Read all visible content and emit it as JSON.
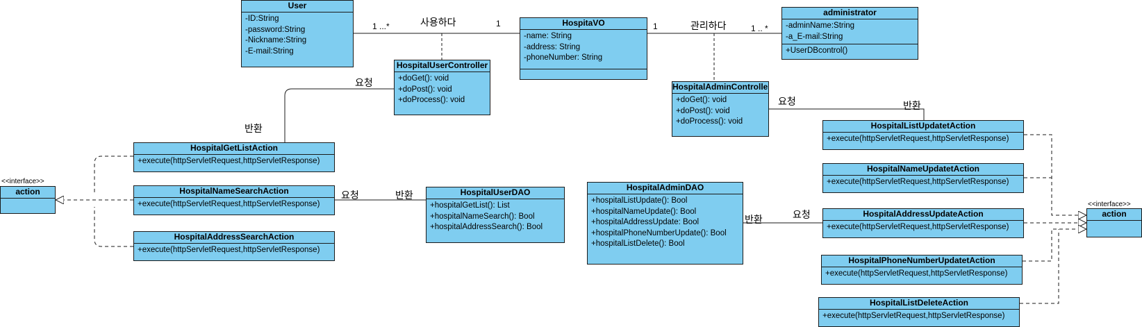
{
  "classes": {
    "user": {
      "name": "User",
      "attributes": [
        "-ID:String",
        "-password:String",
        "-Nickname:String",
        "-E-mail:String"
      ],
      "operations": []
    },
    "hospitavo": {
      "name": "HospitaVO",
      "attributes": [
        "-name: String",
        "-address: String",
        "-phoneNumber: String"
      ],
      "operations": []
    },
    "administrator": {
      "name": "administrator",
      "attributes": [
        "-adminName:String",
        "-a_E-mail:String"
      ],
      "operations": [
        "+UserDBcontrol()"
      ]
    },
    "hospitalUserController": {
      "name": "HospitalUserController",
      "operations": [
        "+doGet(): void",
        "+doPost(): void",
        "+doProcess(): void"
      ]
    },
    "hospitalAdminController": {
      "name": "HospitalAdminController",
      "operations": [
        "+doGet(): void",
        "+doPost(): void",
        "+doProcess(): void"
      ]
    },
    "hospitalGetListAction": {
      "name": "HospitalGetListAction",
      "operations": [
        "+execute(httpServletRequest,httpServletResponse)"
      ]
    },
    "hospitalNameSearchAction": {
      "name": "HospitalNameSearchAction",
      "operations": [
        "+execute(httpServletRequest,httpServletResponse)"
      ]
    },
    "hospitalAddressSearchAction": {
      "name": "HospitalAddressSearchAction",
      "operations": [
        "+execute(httpServletRequest,httpServletResponse)"
      ]
    },
    "hospitalUserDAO": {
      "name": "HospitalUserDAO",
      "operations": [
        "+hospitalGetList(): List",
        "+hospitalNameSearch(): Bool",
        "+hospitalAddressSearch(): Bool"
      ]
    },
    "hospitalAdminDAO": {
      "name": "HospitalAdminDAO",
      "operations": [
        "+hospitalListUpdate(): Bool",
        "+hospitalNameUpdate(): Bool",
        "+hospitalAddressUpdate: Bool",
        "+hospitalPhoneNumberUpdate(): Bool",
        "+hospitalListDelete(): Bool"
      ]
    },
    "hospitalListUpdatetAction": {
      "name": "HospitalListUpdatetAction",
      "operations": [
        "+execute(httpServletRequest,httpServletResponse)"
      ]
    },
    "hospitalNameUpdatetAction": {
      "name": "HospitalNameUpdatetAction",
      "operations": [
        "+execute(httpServletRequest,httpServletResponse)"
      ]
    },
    "hospitalAddressUpdateAction": {
      "name": "HospitalAddressUpdateAction",
      "operations": [
        "+execute(httpServletRequest,httpServletResponse)"
      ]
    },
    "hospitalPhoneNumberUpdatetAction": {
      "name": "HospitalPhoneNumberUpdatetAction",
      "operations": [
        "+execute(httpServletRequest,httpServletResponse)"
      ]
    },
    "hospitalListDeleteAction": {
      "name": "HospitalListDeleteAction",
      "operations": [
        "+execute(httpServletRequest,httpServletResponse)"
      ]
    },
    "actionLeft": {
      "stereotype": "<<interface>>",
      "name": "action"
    },
    "actionRight": {
      "stereotype": "<<interface>>",
      "name": "action"
    }
  },
  "labels": {
    "use": "사용하다",
    "manage": "관리하다",
    "request": "요청",
    "response": "반환"
  },
  "multiplicities": {
    "userSide": "1 ...*",
    "voUserSide": "1",
    "voAdminSide": "1",
    "adminSide": "1 .. *"
  },
  "colors": {
    "classFill": "#7fcdf0",
    "line": "#1a1a1a"
  }
}
